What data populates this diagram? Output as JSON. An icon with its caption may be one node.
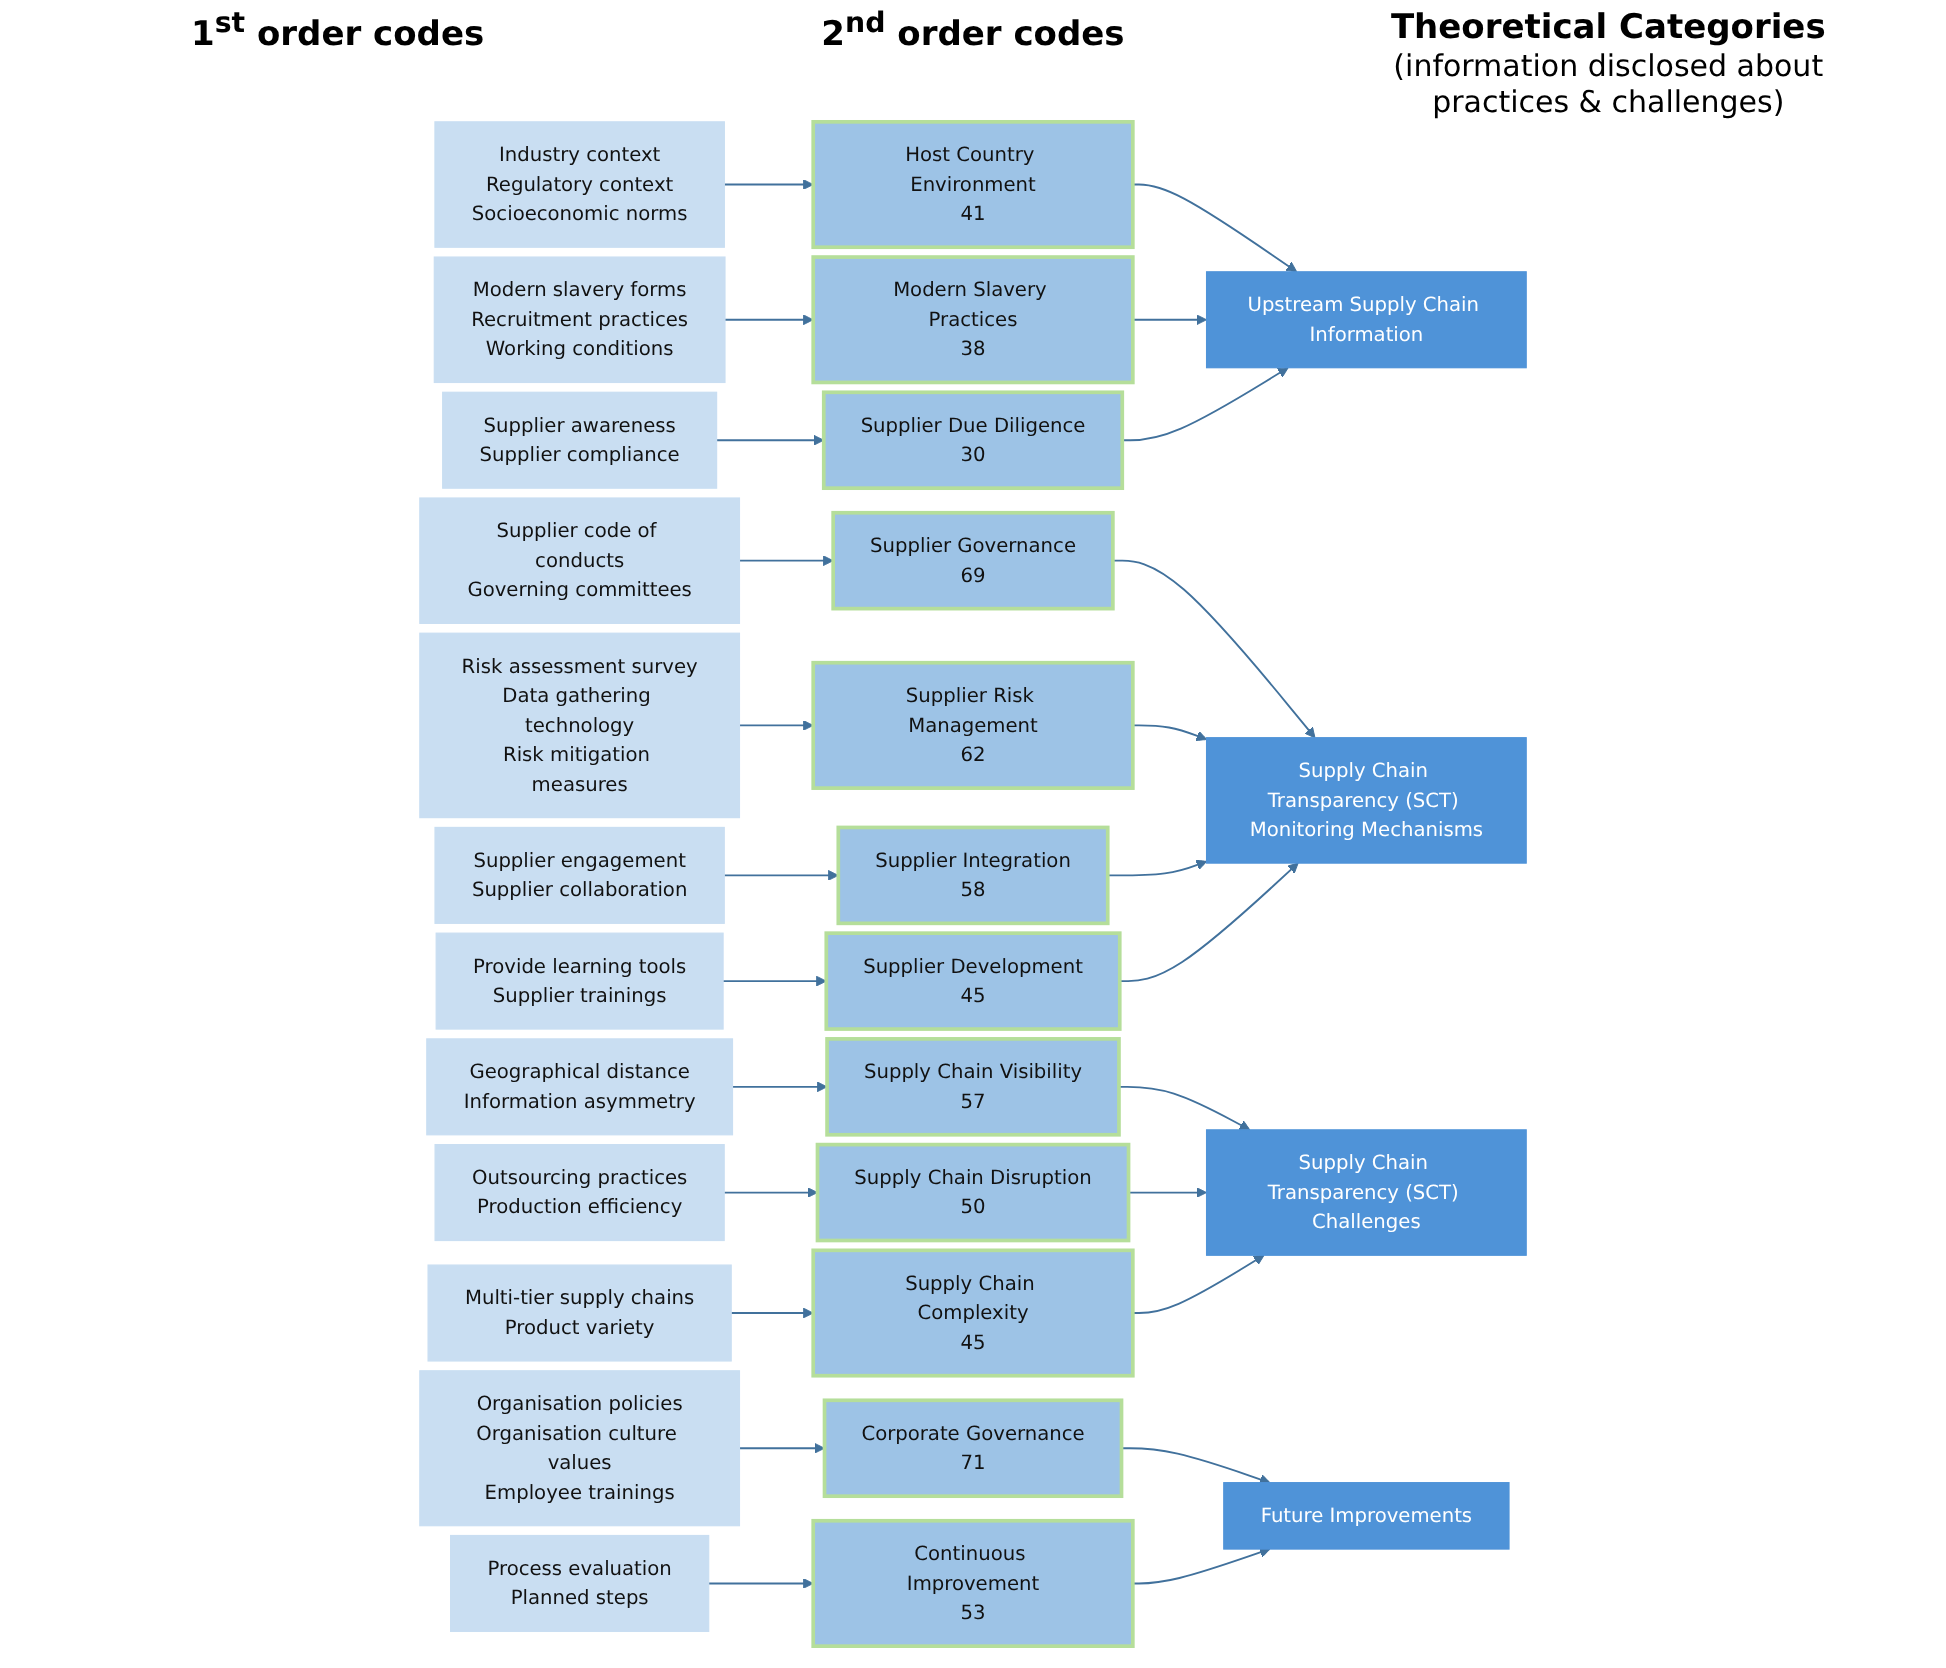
{
  "diagram": {
    "nodes": [
      {
        "text": [
          "Industry context",
          "Regulatory context",
          "Socioeconomic norms"
        ]
      },
      {
        "text": [
          "Modern slavery forms",
          "Recruitment practices",
          "Working conditions"
        ]
      },
      {
        "text": [
          "Supplier awareness",
          "Supplier compliance"
        ]
      },
      {
        "text": [
          "Supplier code of conducts",
          "Governing committees"
        ]
      },
      {
        "text": [
          "Risk assessment survey",
          "Data gathering technology",
          "Risk mitigation measures"
        ]
      },
      {
        "text": [
          "Supplier engagement",
          "Supplier collaboration"
        ]
      },
      {
        "text": [
          "Provide learning tools",
          "Supplier trainings"
        ]
      },
      {
        "text": [
          "Geographical distance",
          "Information asymmetry"
        ]
      },
      {
        "text": [
          "Outsourcing practices",
          "Production efficiency"
        ]
      },
      {
        "text": [
          "Multi-tier supply chains",
          "Product variety"
        ]
      },
      {
        "text": [
          "Organisation policies",
          "Organisation culture values",
          "Employee trainings"
        ]
      },
      {
        "text": [
          "Process evaluation",
          "Planned steps"
        ]
      },
      {
        "text": [
          "Host Country Environment",
          "41"
        ]
      },
      {
        "text": [
          "Modern Slavery Practices",
          "38"
        ]
      },
      {
        "text": [
          "Supplier Due Diligence",
          "30"
        ]
      },
      {
        "text": [
          "Supplier Governance",
          "69"
        ]
      },
      {
        "text": [
          "Supplier Risk Management",
          "62"
        ]
      },
      {
        "text": [
          "Supplier Integration",
          "58"
        ]
      },
      {
        "text": [
          "Supplier Development",
          "45"
        ]
      },
      {
        "text": [
          "Supply Chain Visibility",
          "57"
        ]
      },
      {
        "text": [
          "Supply Chain Disruption",
          "50"
        ]
      },
      {
        "text": [
          "Supply Chain Complexity",
          "45"
        ]
      },
      {
        "text": [
          "Corporate Governance",
          "71"
        ]
      },
      {
        "text": [
          "Continuous Improvement",
          "53"
        ]
      },
      {
        "text": [
          "Upstream Supply Chain Information"
        ]
      },
      {
        "text": [
          "Supply Chain Transparency (SCT) Monitoring Mechanisms"
        ]
      },
      {
        "text": [
          "Supply Chain Transparency (SCT) Challenges"
        ]
      },
      {
        "text": [
          "Future Improvements"
        ]
      }
    ],
    "edges": [
      {
        "from": 0,
        "to": 12,
        "arrow": "to"
      },
      {
        "from": 1,
        "to": 13,
        "arrow": "to"
      },
      {
        "from": 2,
        "to": 14,
        "arrow": "to"
      },
      {
        "from": 3,
        "to": 15,
        "arrow": "to"
      },
      {
        "from": 4,
        "to": 16,
        "arrow": "to"
      },
      {
        "from": 5,
        "to": 17,
        "arrow": "to"
      },
      {
        "from": 6,
        "to": 18,
        "arrow": "to"
      },
      {
        "from": 7,
        "to": 19,
        "arrow": "to"
      },
      {
        "from": 8,
        "to": 20,
        "arrow": "to"
      },
      {
        "from": 9,
        "to": 21,
        "arrow": "to"
      },
      {
        "from": 10,
        "to": 22,
        "arrow": "to"
      },
      {
        "from": 11,
        "to": 23,
        "arrow": "to"
      },
      {
        "from": 12,
        "to": 24,
        "arrow": "to"
      },
      {
        "from": 13,
        "to": 24,
        "arrow": "to"
      },
      {
        "from": 14,
        "to": 24,
        "arrow": "to"
      },
      {
        "from": 15,
        "to": 25,
        "arrow": "to"
      },
      {
        "from": 16,
        "to": 25,
        "arrow": "to"
      },
      {
        "from": 17,
        "to": 25,
        "arrow": "to"
      },
      {
        "from": 18,
        "to": 25,
        "arrow": "to"
      },
      {
        "from": 19,
        "to": 26,
        "arrow": "to"
      },
      {
        "from": 20,
        "to": 26,
        "arrow": "to"
      },
      {
        "from": 21,
        "to": 26,
        "arrow": "to"
      },
      {
        "from": 22,
        "to": 27,
        "arrow": "to"
      },
      {
        "from": 23,
        "to": 27,
        "arrow": "to"
      }
    ],
    "labels": [
      "1$^{st}$ order codes",
      "2$^{nd}$ order codes",
      "Theoretical Categories",
      "(information disclosed about practices & challenges)"
    ]
  }
}
